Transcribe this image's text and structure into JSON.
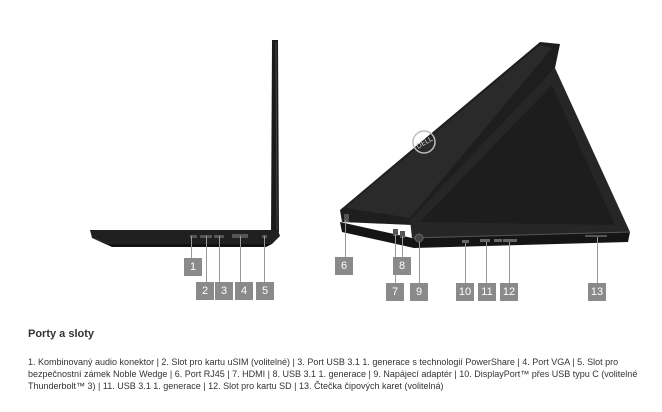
{
  "callouts": [
    {
      "num": "1"
    },
    {
      "num": "2"
    },
    {
      "num": "3"
    },
    {
      "num": "4"
    },
    {
      "num": "5"
    },
    {
      "num": "6"
    },
    {
      "num": "7"
    },
    {
      "num": "8"
    },
    {
      "num": "9"
    },
    {
      "num": "10"
    },
    {
      "num": "11"
    },
    {
      "num": "12"
    },
    {
      "num": "13"
    }
  ],
  "caption": {
    "heading": "Porty a sloty",
    "text": "1. Kombinovaný audio konektor | 2. Slot pro kartu uSIM (volitelné) | 3. Port USB 3.1 1. generace s technologií PowerShare | 4. Port VGA | 5. Slot pro bezpečnostní zámek Noble Wedge | 6. Port RJ45 | 7. HDMI | 8. USB 3.1 1. generace | 9. Napájecí adaptér | 10. DisplayPort™ přes USB typu C (volitelné Thunderbolt™ 3) | 11. USB 3.1 1. generace | 12. Slot pro kartu SD | 13. Čtečka čipových karet (volitelná)"
  },
  "colors": {
    "laptop_body": "#1b1b1b",
    "callout_box": "#8a8a8a"
  },
  "images": {
    "side_view": "laptop-side-view",
    "rear_view": "laptop-rear-three-quarter-view",
    "logo": "dell-logo"
  }
}
